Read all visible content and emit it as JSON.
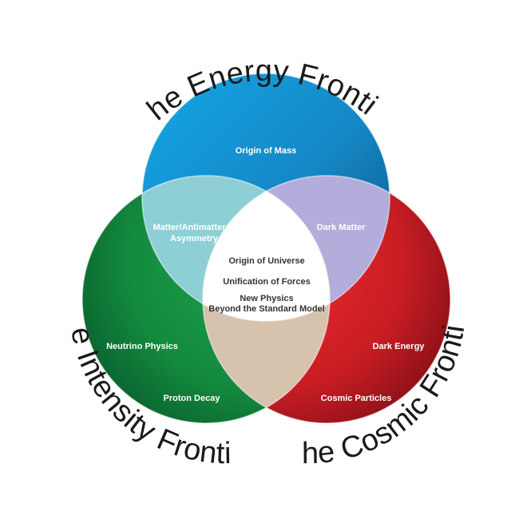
{
  "frontiers": {
    "energy": {
      "title": "The Energy Frontier",
      "color": "#1a9ad8"
    },
    "intensity": {
      "title": "The Intensity Frontier",
      "color": "#1f9a4a"
    },
    "cosmic": {
      "title": "The Cosmic Frontier",
      "color": "#d42128"
    }
  },
  "regions": {
    "energy_only": [
      "Origin of Mass"
    ],
    "energy_intensity": [
      "Matter/Antimatter",
      "Asymmetry"
    ],
    "energy_cosmic": [
      "Dark Matter"
    ],
    "intensity_only_top": [
      "Neutrino Physics"
    ],
    "intensity_only_bottom": [
      "Proton Decay"
    ],
    "cosmic_only_top": [
      "Dark Energy"
    ],
    "cosmic_only_bottom": [
      "Cosmic Particles"
    ],
    "center": {
      "line1": "Origin of Universe",
      "line2": "Unification of Forces",
      "line3": "New Physics",
      "line4": "Beyond the Standard Model"
    }
  }
}
